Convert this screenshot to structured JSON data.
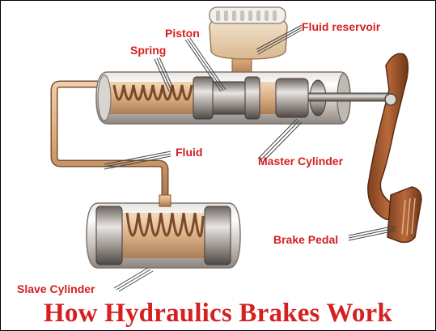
{
  "title": "How Hydraulics Brakes Work",
  "labels": {
    "piston": "Piston",
    "fluid_reservoir": "Fluid reservoir",
    "spring": "Spring",
    "fluid": "Fluid",
    "master_cylinder": "Master Cylinder",
    "brake_pedal": "Brake Pedal",
    "slave_cylinder": "Slave Cylinder"
  },
  "colors": {
    "label_red": "#d61f1f",
    "fluid_tan": "#d9a776",
    "pedal_brown": "#a2582e"
  }
}
